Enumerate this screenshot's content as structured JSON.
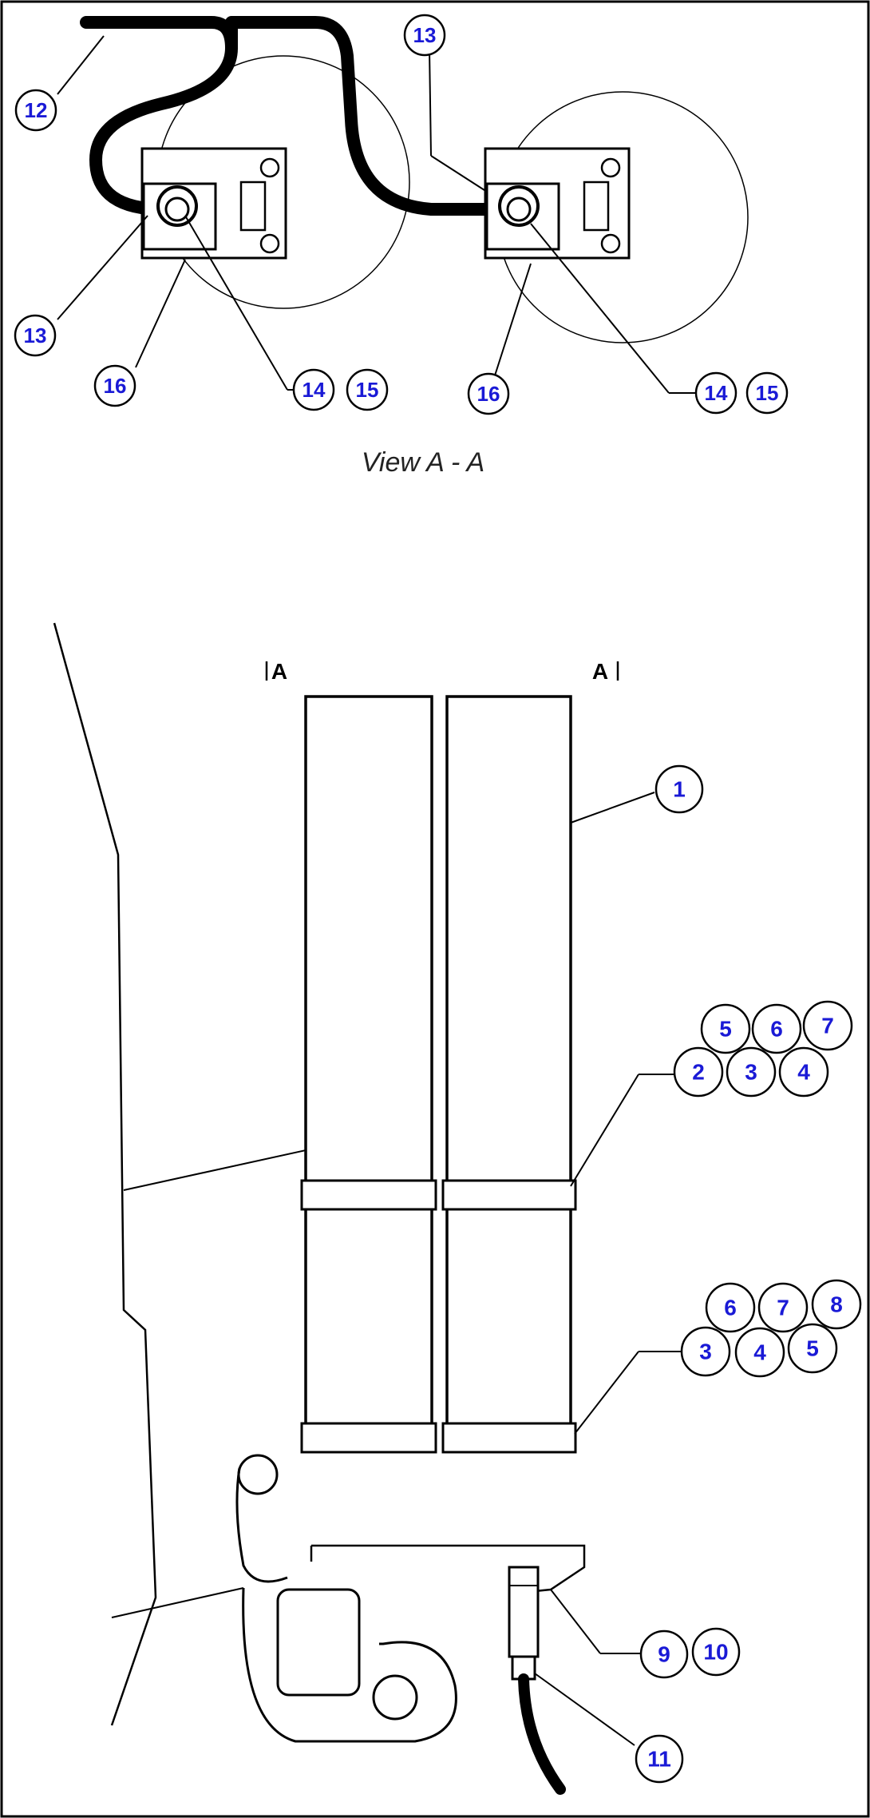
{
  "view_caption": "View A - A",
  "section_marks": {
    "left": "A",
    "right": "A"
  },
  "callouts": {
    "top": {
      "c12": "12",
      "c13_top": "13",
      "c13_left": "13",
      "c16_left": "16",
      "c14_left": "14",
      "c15_left": "15",
      "c16_right": "16",
      "c14_right": "14",
      "c15_right": "15"
    },
    "bottom": {
      "c1": "1",
      "g1": [
        "5",
        "6",
        "7",
        "2",
        "3",
        "4"
      ],
      "g2": [
        "6",
        "7",
        "8",
        "3",
        "4",
        "5"
      ],
      "c9": "9",
      "c10": "10",
      "c11": "11"
    }
  },
  "colors": {
    "callout_text": "#1a1ad6",
    "line": "#000000",
    "background": "#ffffff"
  }
}
